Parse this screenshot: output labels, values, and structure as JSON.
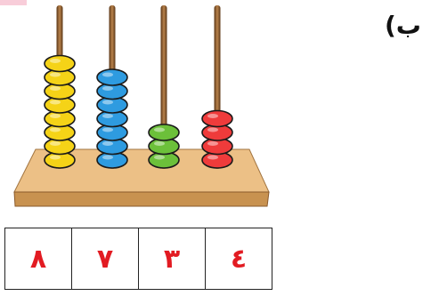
{
  "question": {
    "label": "ب)"
  },
  "abacus": {
    "rods": [
      {
        "name": "rod-1",
        "beads": 8,
        "color": "#f5d317",
        "shade": "#c9a40a"
      },
      {
        "name": "rod-2",
        "beads": 7,
        "color": "#2e9be0",
        "shade": "#1a6fae"
      },
      {
        "name": "rod-3",
        "beads": 3,
        "color": "#6cc03a",
        "shade": "#3f8a1e"
      },
      {
        "name": "rod-4",
        "beads": 4,
        "color": "#ef3b3b",
        "shade": "#b01f1f"
      }
    ],
    "base_color": "#e8b878",
    "rod_color": "#8a5a2b"
  },
  "digits": [
    "٨",
    "٧",
    "٣",
    "٤"
  ]
}
